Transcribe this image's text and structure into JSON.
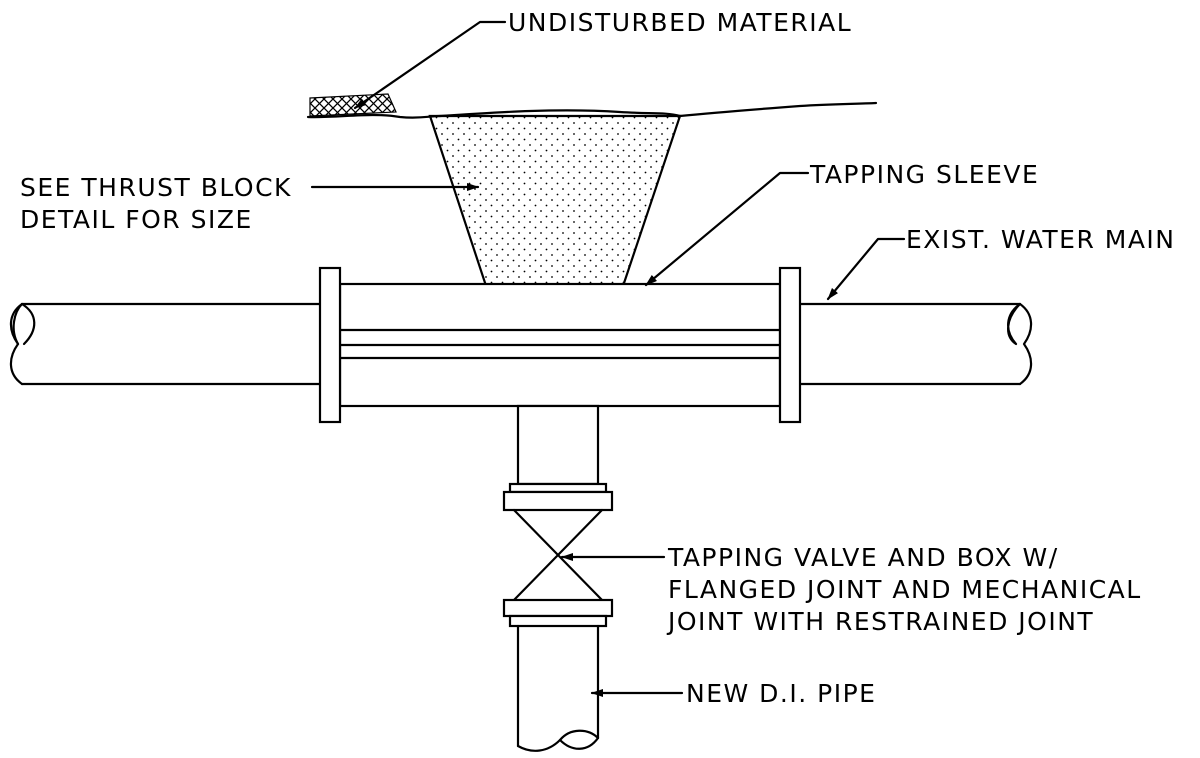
{
  "labels": {
    "undisturbed": "UNDISTURBED MATERIAL",
    "thrust_1": "SEE THRUST BLOCK",
    "thrust_2": "DETAIL FOR SIZE",
    "sleeve": "TAPPING SLEEVE",
    "main": "EXIST. WATER MAIN",
    "valve_1": "TAPPING VALVE AND BOX W/",
    "valve_2": "FLANGED JOINT AND MECHANICAL",
    "valve_3": "JOINT WITH RESTRAINED JOINT",
    "pipe": "NEW D.I. PIPE"
  },
  "colors": {
    "line": "#000000",
    "background": "#ffffff"
  }
}
